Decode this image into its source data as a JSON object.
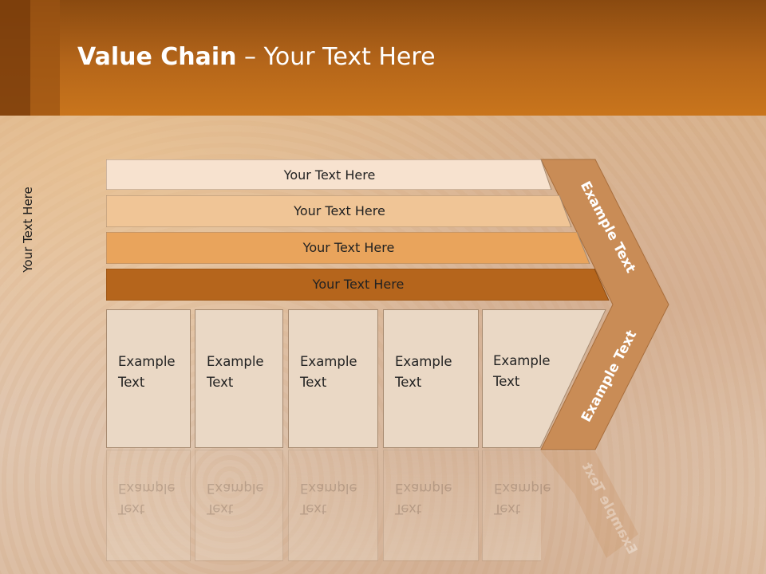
{
  "title": {
    "bold": "Value Chain",
    "rest": " – Your Text Here"
  },
  "side_label": "Your Text Here",
  "bars": [
    {
      "label": "Your Text Here",
      "color": "#f7e2cf"
    },
    {
      "label": "Your Text Here",
      "color": "#f0c596"
    },
    {
      "label": "Your Text Here",
      "color": "#e9a45c"
    },
    {
      "label": "Your Text Here",
      "color": "#b5651c"
    }
  ],
  "columns": [
    {
      "line1": "Example",
      "line2": "Text"
    },
    {
      "line1": "Example",
      "line2": "Text"
    },
    {
      "line1": "Example",
      "line2": "Text"
    },
    {
      "line1": "Example",
      "line2": "Text"
    },
    {
      "line1": "Example",
      "line2": "Text"
    }
  ],
  "chevron": {
    "top_label": "Example Text",
    "bottom_label": "Example Text",
    "color": "#c98c56"
  },
  "colors": {
    "header": "#c9751c",
    "column_fill": "#ead8c5"
  }
}
